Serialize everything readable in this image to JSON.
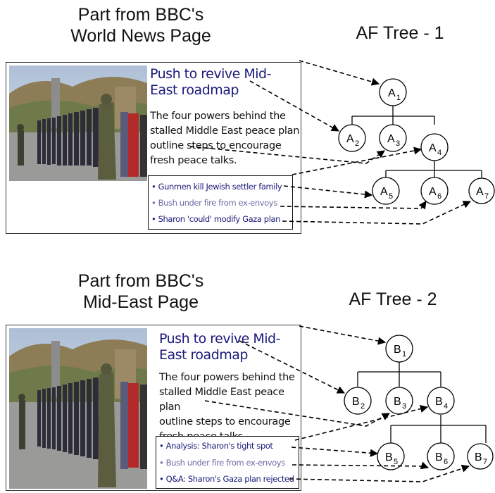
{
  "colors": {
    "link_dark": "#1a1a7a",
    "link_light": "#6c6ca8",
    "sky": "#c9d6e6",
    "hill": "#8a7a55"
  },
  "sections": [
    {
      "heading_lines": [
        "Part from BBC's",
        "World News Page"
      ],
      "tree_title": "AF Tree - 1",
      "title_lines": [
        "Push to revive Mid-",
        "East roadmap"
      ],
      "summary_lines": [
        "The four powers behind the",
        "stalled Middle East peace plan",
        "outline steps to encourage",
        "fresh peace talks."
      ],
      "links": [
        "• Gunmen kill Jewish settler family",
        "• Bush under fire from ex-envoys",
        "• Sharon 'could' modify Gaza plan"
      ],
      "nodes": [
        {
          "letter": "A",
          "sub": "1"
        },
        {
          "letter": "A",
          "sub": "2"
        },
        {
          "letter": "A",
          "sub": "3"
        },
        {
          "letter": "A",
          "sub": "4"
        },
        {
          "letter": "A",
          "sub": "5"
        },
        {
          "letter": "A",
          "sub": "6"
        },
        {
          "letter": "A",
          "sub": "7"
        }
      ]
    },
    {
      "heading_lines": [
        "Part from BBC's",
        "Mid-East Page"
      ],
      "tree_title": "AF Tree - 2",
      "title_lines": [
        "Push to revive Mid-",
        "East roadmap"
      ],
      "summary_lines": [
        "The four powers behind the",
        "stalled Middle East peace plan",
        "outline steps to encourage",
        "fresh peace talks."
      ],
      "links": [
        "• Analysis: Sharon's tight spot",
        "• Bush under fire from ex-envoys",
        "• Q&A: Sharon's Gaza plan rejected"
      ],
      "nodes": [
        {
          "letter": "B",
          "sub": "1"
        },
        {
          "letter": "B",
          "sub": "2"
        },
        {
          "letter": "B",
          "sub": "3"
        },
        {
          "letter": "B",
          "sub": "4"
        },
        {
          "letter": "B",
          "sub": "5"
        },
        {
          "letter": "B",
          "sub": "6"
        },
        {
          "letter": "B",
          "sub": "7"
        }
      ]
    }
  ]
}
